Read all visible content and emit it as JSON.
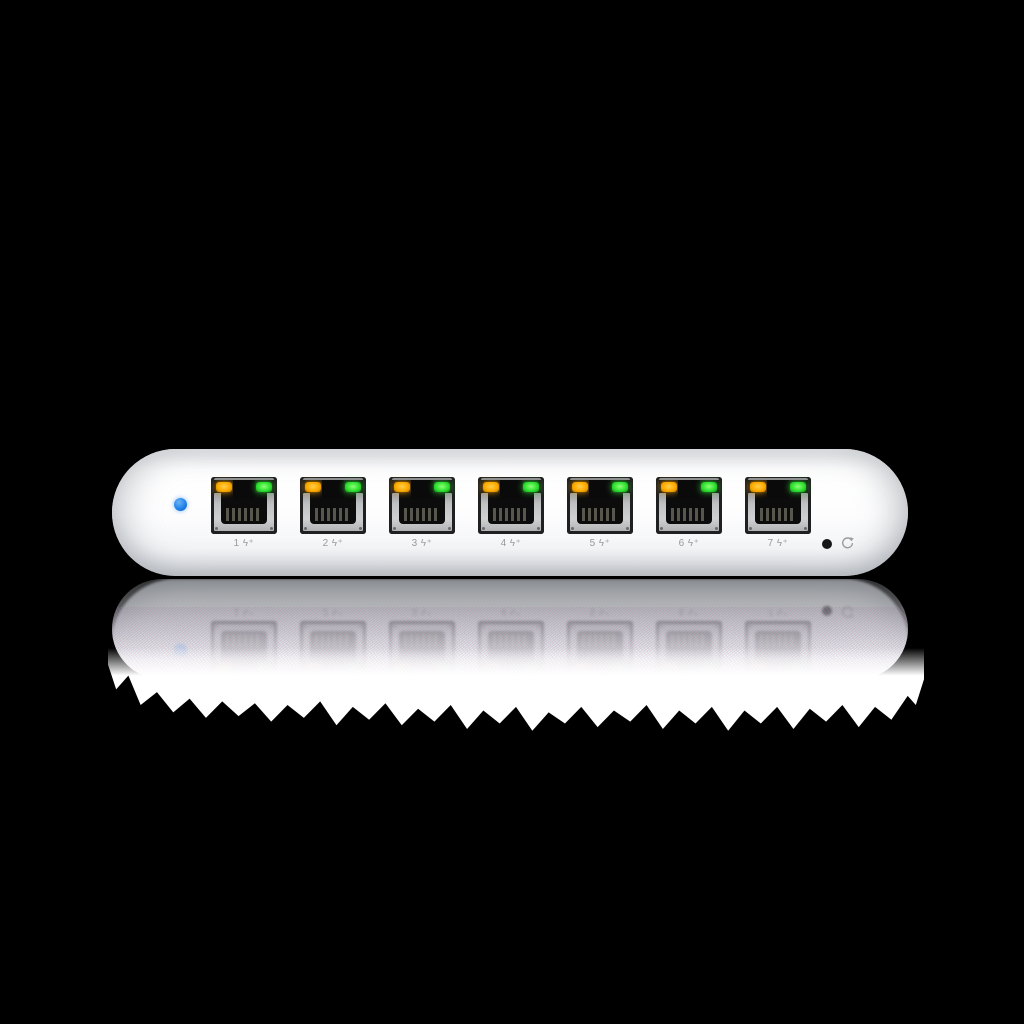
{
  "scene": {
    "background": "#000000"
  },
  "device": {
    "status_led": {
      "state": "on",
      "color": "#1e80e8"
    },
    "led_colors": {
      "poe_orange": "#ffaa00",
      "link_green": "#2fe231"
    },
    "ports": [
      {
        "number": "1",
        "poe": "ϟ⁺",
        "poe_led": "on",
        "link_led": "on"
      },
      {
        "number": "2",
        "poe": "ϟ⁺",
        "poe_led": "on",
        "link_led": "on"
      },
      {
        "number": "3",
        "poe": "ϟ⁺",
        "poe_led": "on",
        "link_led": "on"
      },
      {
        "number": "4",
        "poe": "ϟ⁺",
        "poe_led": "on",
        "link_led": "on"
      },
      {
        "number": "5",
        "poe": "ϟ⁺",
        "poe_led": "on",
        "link_led": "on"
      },
      {
        "number": "6",
        "poe": "ϟ⁺",
        "poe_led": "on",
        "link_led": "on"
      },
      {
        "number": "7",
        "poe": "ϟ⁺",
        "poe_led": "on",
        "link_led": "on"
      }
    ],
    "reset": {
      "dot_icon": "reset-pinhole",
      "arrow_icon": "restart-arrow"
    }
  }
}
